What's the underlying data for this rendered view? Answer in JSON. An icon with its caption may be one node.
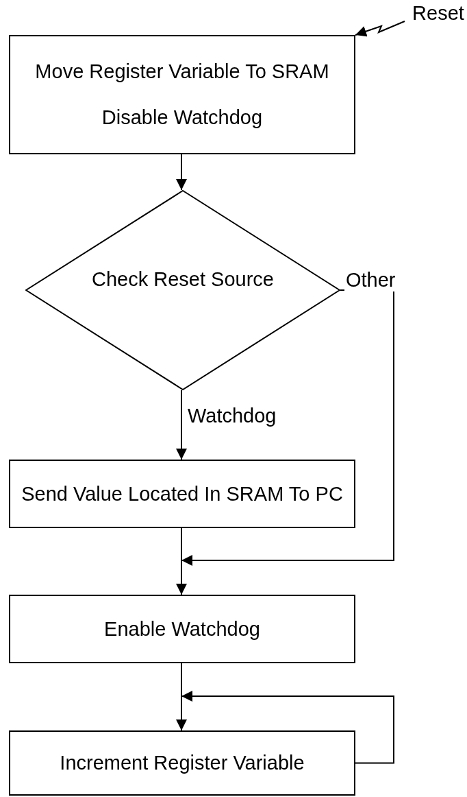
{
  "diagram": {
    "nodes": [
      {
        "text": [
          "Reset"
        ]
      },
      {
        "text": [
          "Move Register Variable To SRAM",
          "Disable Watchdog"
        ]
      },
      {
        "text": [
          "Check Reset Source"
        ]
      },
      {
        "text": [
          "Send Value Located In SRAM To PC"
        ]
      },
      {
        "text": [
          "Enable Watchdog"
        ]
      },
      {
        "text": [
          "Increment Register Variable"
        ]
      }
    ],
    "edges": [
      {
        "from": 0,
        "to": 1,
        "arrow": "to"
      },
      {
        "from": 1,
        "to": 2,
        "arrow": "to"
      },
      {
        "from": 2,
        "to": 3,
        "arrow": "to",
        "label": "Watchdog"
      },
      {
        "from": 2,
        "to": 4,
        "arrow": "to",
        "label": "Other"
      },
      {
        "from": 3,
        "to": 4,
        "arrow": "to"
      },
      {
        "from": 4,
        "to": 5,
        "arrow": "to"
      },
      {
        "from": 5,
        "to": 5,
        "arrow": "to"
      }
    ]
  }
}
